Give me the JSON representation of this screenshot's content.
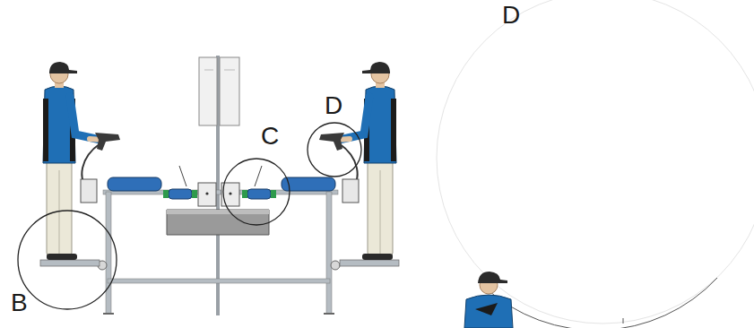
{
  "diagram": {
    "labels": [
      "B",
      "C",
      "D",
      "D"
    ]
  }
}
